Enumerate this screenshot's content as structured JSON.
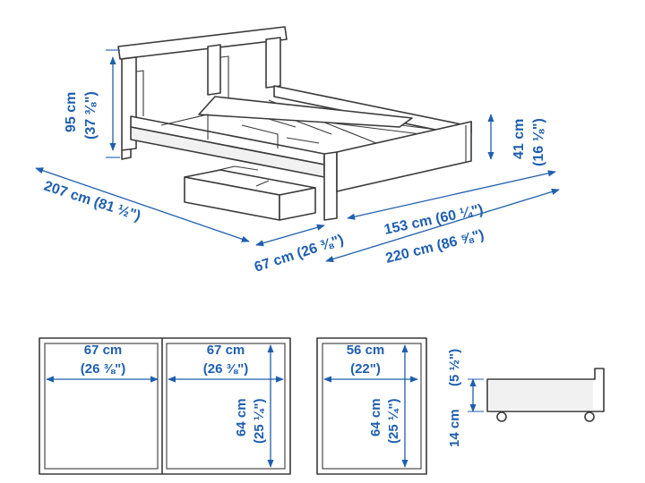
{
  "accent_color": "#1f5fae",
  "line_color": "#3a3a3a",
  "dimensions": {
    "height": "95 cm",
    "height_in": "(37 ⅜\")",
    "length": "207 cm (81 ½\")",
    "depth_drawer": "67 cm (26 ⅜\")",
    "width_inner": "153 cm (60 ¼\")",
    "width_total": "220 cm (86 ⅝\")",
    "side_height": "41 cm",
    "side_height_in": "(16 ⅛\")"
  },
  "drawers": {
    "left_a_w": "67 cm",
    "left_a_w_in": "(26 ⅜\")",
    "left_b_w": "67 cm",
    "left_b_w_in": "(26 ⅜\")",
    "left_depth": "64 cm",
    "left_depth_in": "(25 ¼\")",
    "small_w": "56 cm",
    "small_w_in": "(22\")",
    "small_depth": "64 cm",
    "small_depth_in": "(25 ¼\")",
    "side_height": "14 cm",
    "side_height_in": "(5 ½\")"
  }
}
